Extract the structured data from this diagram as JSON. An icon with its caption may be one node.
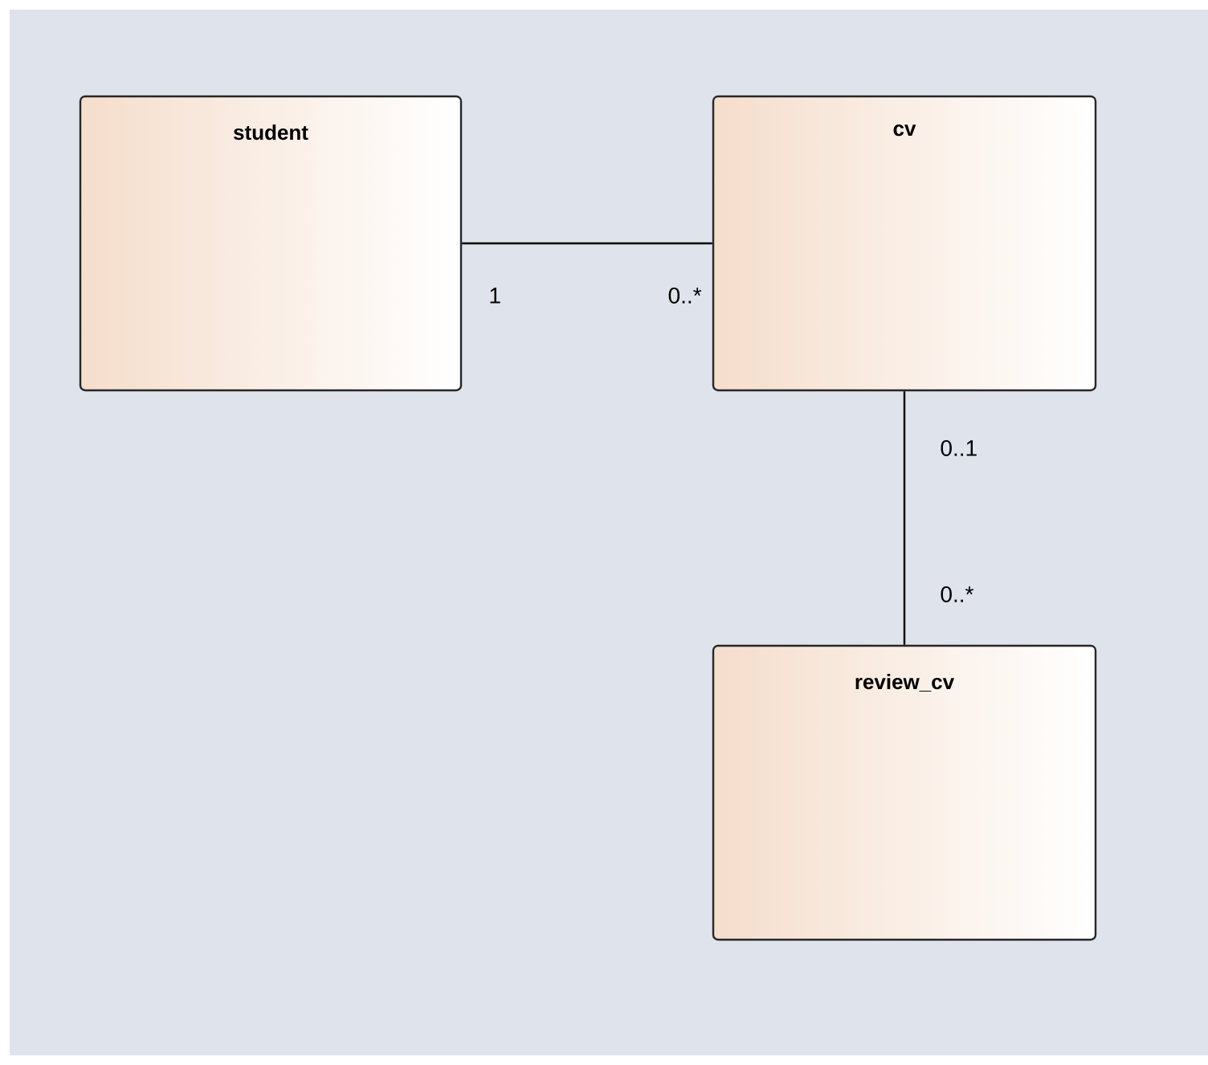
{
  "diagram": {
    "nodes": [
      {
        "text": [
          "student"
        ]
      },
      {
        "text": [
          "cv"
        ]
      },
      {
        "text": [
          "review_cv"
        ]
      }
    ],
    "edges": [
      {
        "from": 0,
        "to": 1,
        "arrow": "none"
      },
      {
        "from": 1,
        "to": 2,
        "arrow": "none"
      }
    ],
    "labels": [
      "1",
      "0..*",
      "0..1",
      "0..*"
    ]
  }
}
